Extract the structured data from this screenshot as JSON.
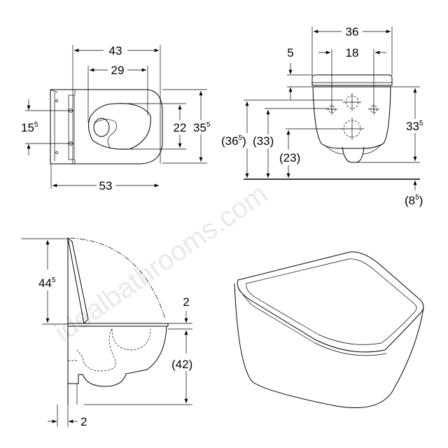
{
  "watermark": "idealbathrooms.com",
  "plan_view": {
    "width_overall": "43",
    "opening_width": "29",
    "depth": "53",
    "opening_depth": "22",
    "width": {
      "main": "35",
      "sup": "5"
    },
    "fixing_centers": {
      "main": "15",
      "sup": "5"
    }
  },
  "front_view": {
    "width": "36",
    "fixing_spacing": "18",
    "seat_height": "5",
    "bowl_height": {
      "main": "33",
      "sup": "5"
    },
    "fixing_height_upper": {
      "main": "(36",
      "sup": "5",
      "end": ")"
    },
    "fixing_height_lower": "(33)",
    "waste_height": "(23)",
    "floor_offset": {
      "main": "(8",
      "sup": "5",
      "end": ")"
    }
  },
  "side_view": {
    "lid_height": {
      "main": "44",
      "sup": "5"
    },
    "seat_thickness": "2",
    "rim_height": "(42)",
    "wall_gap": "2"
  }
}
